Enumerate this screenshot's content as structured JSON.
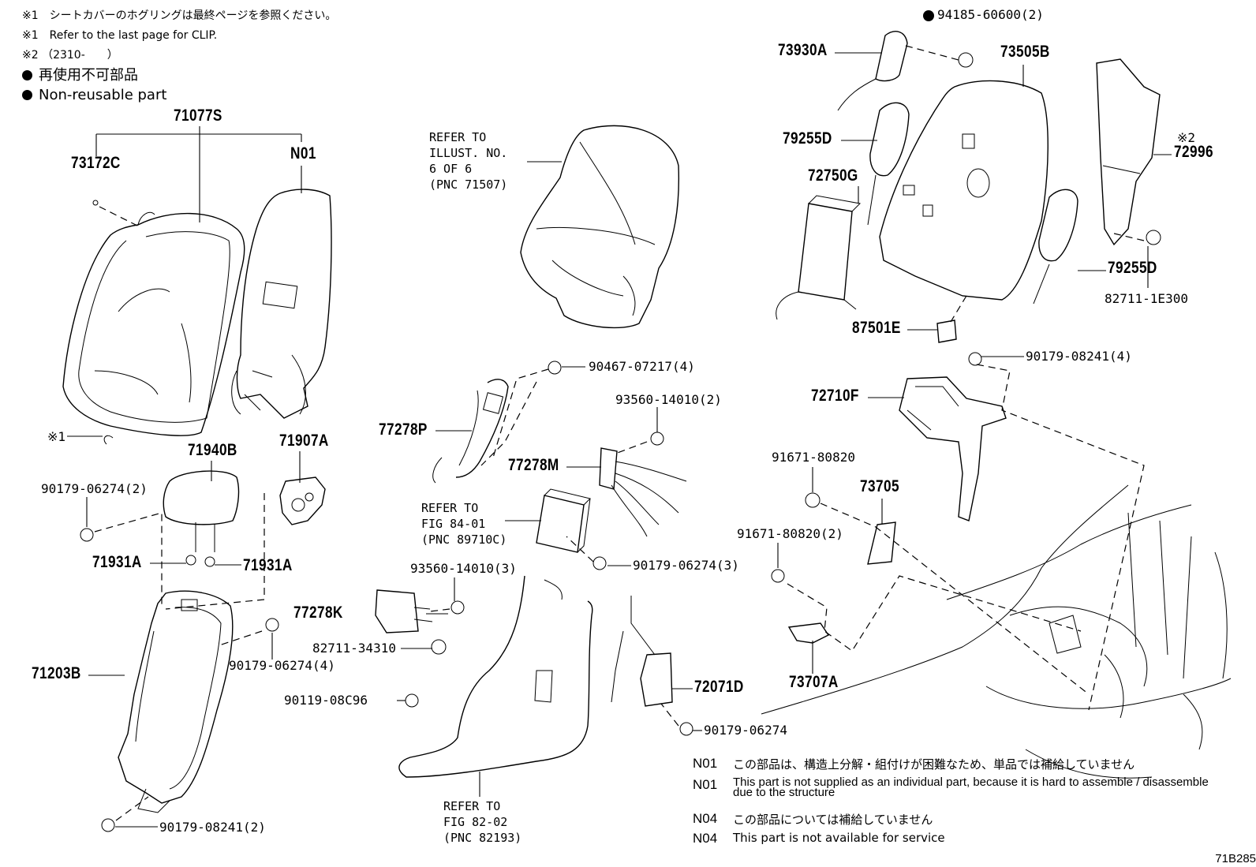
{
  "notes": {
    "note1_ja": "※1　シートカバーのホグリングは最終ページを参照ください。",
    "note1_en": "※1　Refer to the last page for CLIP.",
    "note2": "※2 （2310-　　）",
    "nonreusable_ja": "再使用不可部品",
    "nonreusable_en": "Non-reusable part"
  },
  "parts": {
    "p71077S": "71077S",
    "p73172C": "73172C",
    "pN01": "N01",
    "p71940B": "71940B",
    "p71907A": "71907A",
    "p90179_06274_2": "90179-06274(2)",
    "p71931A_left": "71931A",
    "p71931A_right": "71931A",
    "p71203B": "71203B",
    "p90179_06274_4": "90179-06274(4)",
    "p90179_08241_2": "90179-08241(2)",
    "p90467_07217_4": "90467-07217(4)",
    "p77278P": "77278P",
    "p93560_14010_2": "93560-14010(2)",
    "p77278M": "77278M",
    "p90179_06274_3": "90179-06274(3)",
    "p93560_14010_3": "93560-14010(3)",
    "p77278K": "77278K",
    "p82711_34310": "82711-34310",
    "p90119_08C96": "90119-08C96",
    "p72071D": "72071D",
    "p90179_06274": "90179-06274",
    "p94185_60600_2": "94185-60600(2)",
    "p73930A": "73930A",
    "p73505B": "73505B",
    "p79255D_top": "79255D",
    "p72750G": "72750G",
    "p72996": "72996",
    "p79255D_right": "79255D",
    "p82711_1E300": "82711-1E300",
    "p87501E": "87501E",
    "p90179_08241_4": "90179-08241(4)",
    "p72710F": "72710F",
    "p91671_80820": "91671-80820",
    "p73705": "73705",
    "p91671_80820_2": "91671-80820(2)",
    "p73707A": "73707A",
    "mark1": "※1",
    "mark2": "※2"
  },
  "refs": {
    "ref_71507": "REFER TO\nILLUST. NO.\n6 OF 6\n(PNC 71507)",
    "ref_89710C": "REFER TO\nFIG 84-01\n(PNC 89710C)",
    "ref_82193": "REFER TO\nFIG 82-02\n(PNC 82193)"
  },
  "legend": [
    {
      "code": "N01",
      "text": "この部品は、構造上分解・組付けが困難なため、単品では補給していません"
    },
    {
      "code": "N01",
      "text": "This part is not supplied as an individual part, because it is hard to assemble / disassemble due to the structure"
    },
    {
      "code": "N04",
      "text": "この部品については補給していません"
    },
    {
      "code": "N04",
      "text": "This part is not available for service"
    }
  ],
  "illustration_id": "71B285"
}
